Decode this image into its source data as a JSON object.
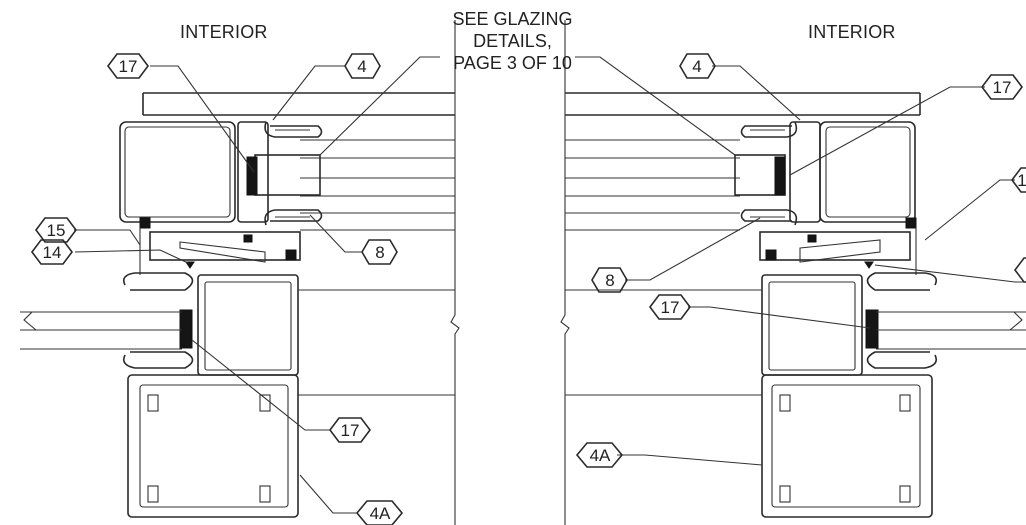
{
  "headings": {
    "left_interior": "INTERIOR",
    "right_interior": "INTERIOR",
    "glazing_note_line1": "SEE GLAZING",
    "glazing_note_line2": "DETAILS,",
    "glazing_note_line3": "PAGE 3 OF 10"
  },
  "callouts": {
    "left_17_top": "17",
    "left_4": "4",
    "left_15": "15",
    "left_14": "14",
    "left_8": "8",
    "left_17_bottom": "17",
    "left_4a": "4A",
    "right_4": "4",
    "right_17_top": "17",
    "right_15_partial": "1",
    "right_8": "8",
    "right_17_mid": "17",
    "right_4a": "4A"
  }
}
